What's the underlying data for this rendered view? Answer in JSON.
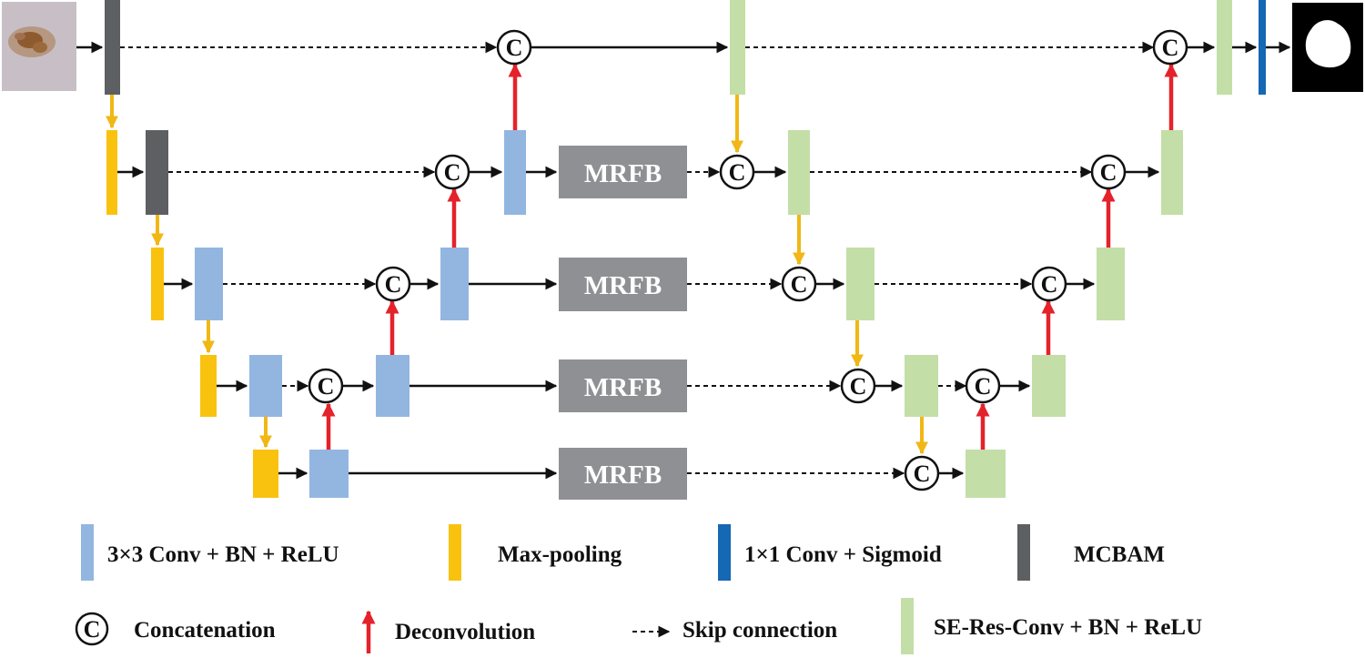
{
  "colors": {
    "conv3x3": "#92b6e0",
    "maxpool": "#f9c20f",
    "conv1x1": "#1468b4",
    "mcbam": "#5d5f62",
    "seres": "#c3dea7",
    "deconv": "#e4222b",
    "pool_arrow": "#f1b715",
    "mrfb": "#8f9094",
    "line": "#111111"
  },
  "blocks": {
    "mrfb_label": "MRFB",
    "concat_symbol": "C"
  },
  "images": {
    "input": "input-skin-lesion-image",
    "output": "output-segmentation-mask"
  },
  "legend": {
    "conv3x3": "3×3 Conv + BN + ReLU",
    "maxpool": "Max-pooling",
    "conv1x1": "1×1 Conv + Sigmoid",
    "mcbam": "MCBAM",
    "concat": "Concatenation",
    "deconv": "Deconvolution",
    "skip": "Skip connection",
    "seres": "SE-Res-Conv + BN + ReLU"
  }
}
